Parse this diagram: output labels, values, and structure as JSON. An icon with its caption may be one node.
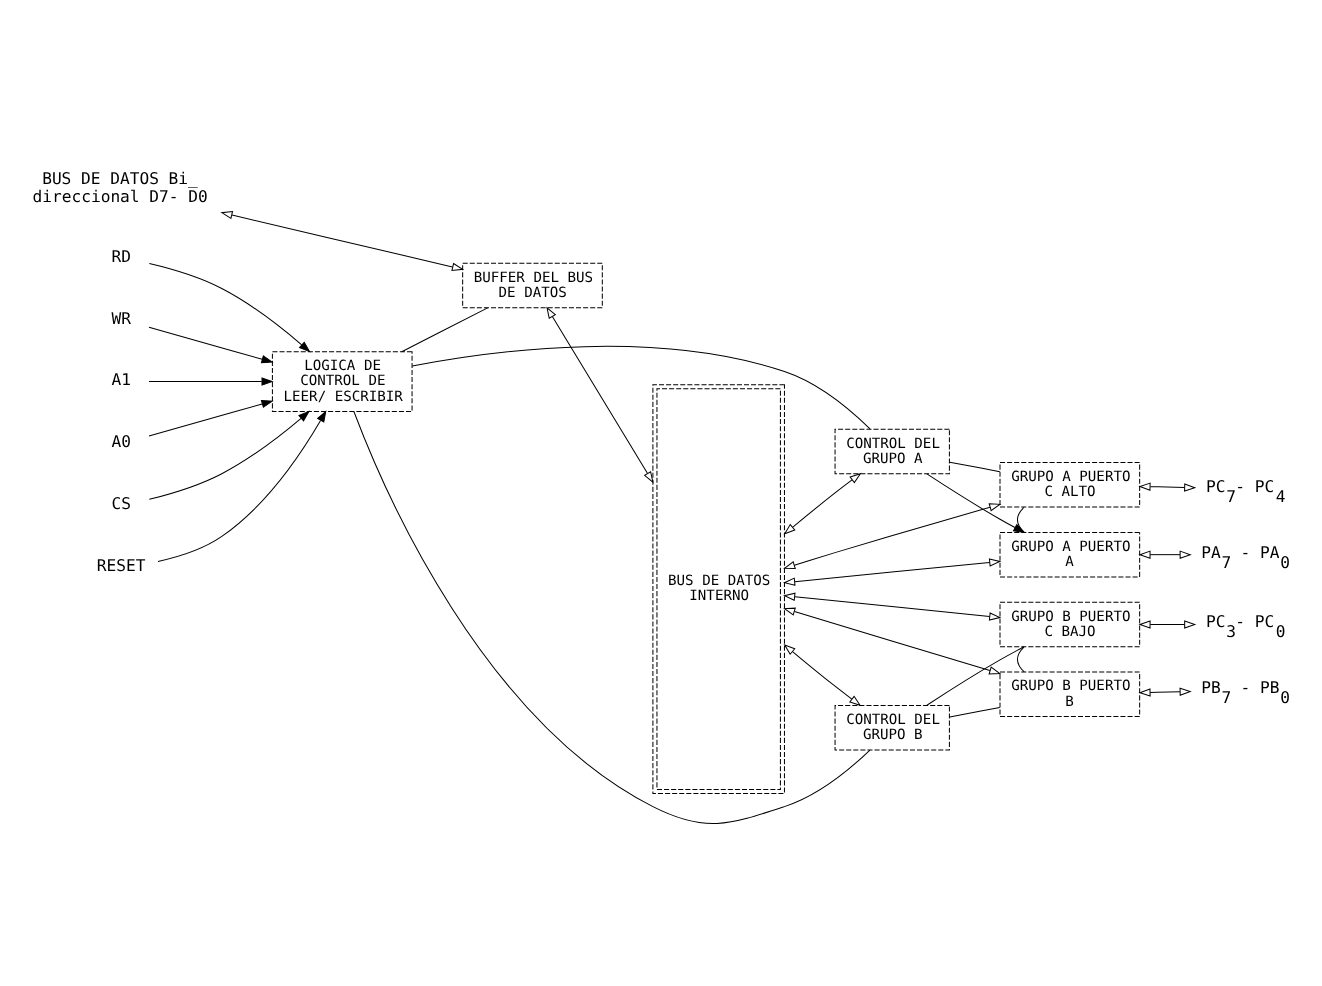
{
  "diagram": {
    "nodes": [
      {
        "text": [
          "CONTROL DEL GRUPO A"
        ]
      },
      {
        "text": [
          "GRUPO A PUERTO A"
        ]
      },
      {
        "text": [
          "BUS DE DATOS INTERNO"
        ]
      },
      {
        "text": [
          "BUFFER DEL BUS DE DATOS"
        ]
      },
      {
        "text": [
          "GRUPO A PUERTO C ALTO"
        ]
      },
      {
        "text": [
          "LOGICA DE CONTROL DE LEER/ ESCRIBIR"
        ]
      },
      {
        "text": [
          "GRUPO B PUERTO C BAJO"
        ]
      },
      {
        "text": [
          "CONTROL DEL GRUPO B"
        ]
      },
      {
        "text": [
          "GRUPO B PUERTO B"
        ]
      },
      {
        "text": [
          "RD"
        ]
      },
      {
        "text": [
          "WR"
        ]
      },
      {
        "text": [
          "A1"
        ]
      },
      {
        "text": [
          "A0"
        ]
      },
      {
        "text": [
          "CS"
        ]
      },
      {
        "text": [
          "RESET"
        ]
      },
      {
        "text": [
          "BUS DE DATOS Bi_ direccional D7- D0"
        ]
      },
      {
        "text": [
          "PA$_{7}$ - PA$_{0}$"
        ]
      },
      {
        "text": [
          "PC$_{7}$- PC$_{4}$"
        ]
      },
      {
        "text": [
          "PC$_{3}$- PC$_{0}$"
        ]
      },
      {
        "text": [
          "PB$_{7}$ - PB$_{0}$"
        ]
      }
    ],
    "edges": [
      {
        "from": 15,
        "to": 3,
        "arrow": "both"
      },
      {
        "from": 3,
        "to": 2,
        "arrow": "both"
      },
      {
        "from": 2,
        "to": 0,
        "arrow": "both"
      },
      {
        "from": 2,
        "to": 1,
        "arrow": "both"
      },
      {
        "from": 2,
        "to": 4,
        "arrow": "both"
      },
      {
        "from": 2,
        "to": 6,
        "arrow": "both"
      },
      {
        "from": 2,
        "to": 7,
        "arrow": "both"
      },
      {
        "from": 2,
        "to": 8,
        "arrow": "both"
      },
      {
        "from": 1,
        "to": 16,
        "arrow": "both"
      },
      {
        "from": 4,
        "to": 17,
        "arrow": "both"
      },
      {
        "from": 6,
        "to": 18,
        "arrow": "both"
      },
      {
        "from": 8,
        "to": 19,
        "arrow": "both"
      },
      {
        "from": 5,
        "to": 3,
        "arrow": "none"
      },
      {
        "from": 5,
        "to": 0,
        "arrow": "none"
      },
      {
        "from": 5,
        "to": 7,
        "arrow": "none"
      },
      {
        "from": 0,
        "to": 1,
        "arrow": "to"
      },
      {
        "from": 0,
        "to": 4,
        "arrow": "none"
      },
      {
        "from": 7,
        "to": 6,
        "arrow": "none"
      },
      {
        "from": 7,
        "to": 8,
        "arrow": "none"
      },
      {
        "from": 4,
        "to": 1,
        "arrow": "none"
      },
      {
        "from": 6,
        "to": 8,
        "arrow": "none"
      },
      {
        "from": 9,
        "to": 5,
        "arrow": "to"
      },
      {
        "from": 10,
        "to": 5,
        "arrow": "to"
      },
      {
        "from": 11,
        "to": 5,
        "arrow": "to"
      },
      {
        "from": 12,
        "to": 5,
        "arrow": "to"
      },
      {
        "from": 13,
        "to": 5,
        "arrow": "to"
      },
      {
        "from": 14,
        "to": 5,
        "arrow": "to"
      }
    ]
  }
}
